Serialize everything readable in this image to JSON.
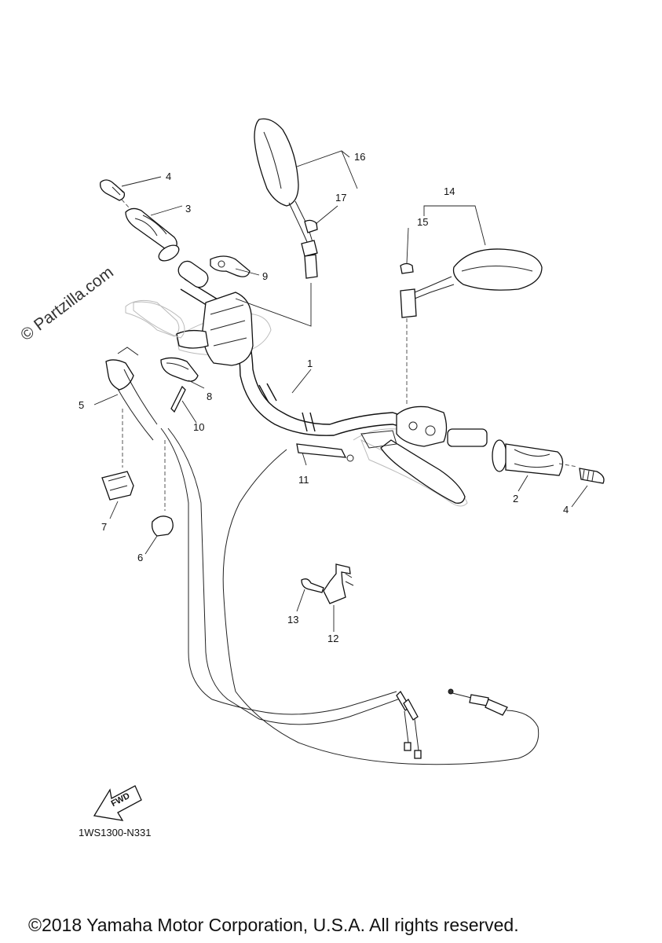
{
  "callouts": {
    "c1": "1",
    "c2": "2",
    "c3": "3",
    "c4a": "4",
    "c4b": "4",
    "c5": "5",
    "c6": "6",
    "c7": "7",
    "c8": "8",
    "c9": "9",
    "c10": "10",
    "c11": "11",
    "c12": "12",
    "c13": "13",
    "c14": "14",
    "c15": "15",
    "c16": "16",
    "c17": "17"
  },
  "watermark": "© Partzilla.com",
  "direction_label": "FWD",
  "diagram_code": "1WS1300-N331",
  "copyright": "©2018 Yamaha Motor Corporation, U.S.A. All rights reserved.",
  "icons": [
    "fwd-arrow-icon"
  ]
}
